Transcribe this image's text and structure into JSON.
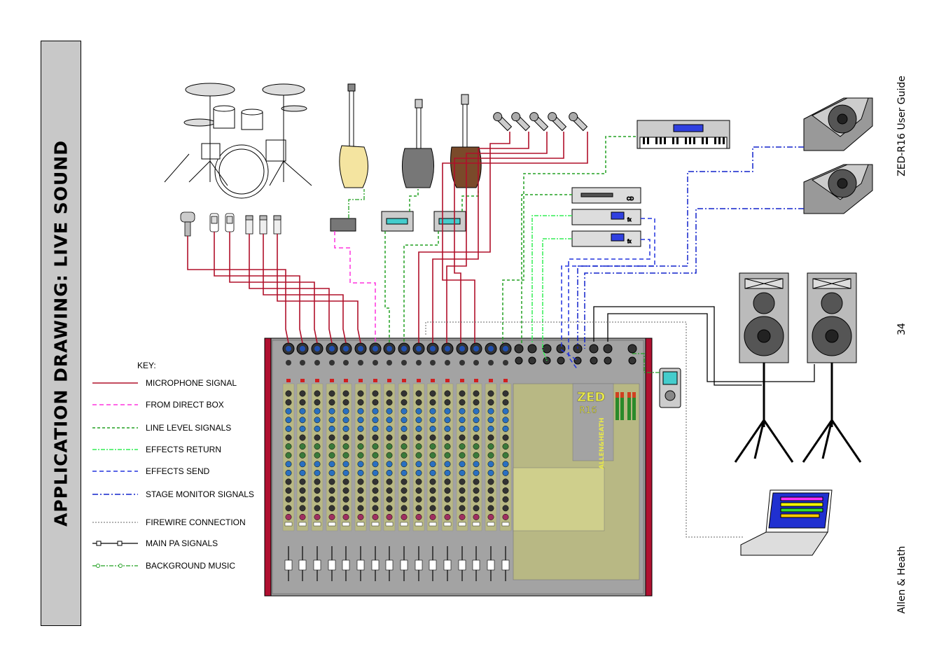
{
  "title": "APPLICATION DRAWING: LIVE SOUND",
  "guide": "ZED-R16 User Guide",
  "page_number": "34",
  "footer": "Allen & Heath",
  "key": {
    "heading": "KEY:",
    "items": [
      {
        "id": "mic",
        "label": "MICROPHONE SIGNAL",
        "color": "#b0102a"
      },
      {
        "id": "di",
        "label": "FROM DIRECT BOX",
        "color": "#ff33dd"
      },
      {
        "id": "line",
        "label": "LINE LEVEL SIGNALS",
        "color": "#22a022"
      },
      {
        "id": "fxret",
        "label": "EFFECTS RETURN",
        "color": "#33ee55"
      },
      {
        "id": "fxsend",
        "label": "EFFECTS SEND",
        "color": "#2233dd"
      },
      {
        "id": "monitor",
        "label": "STAGE MONITOR SIGNALS",
        "color": "#1122cc"
      },
      {
        "id": "firewire",
        "label": "FIREWIRE CONNECTION",
        "color": "#666666"
      },
      {
        "id": "mainpa",
        "label": "MAIN  PA SIGNALS",
        "color": "#000000"
      },
      {
        "id": "bgm",
        "label": "BACKGROUND MUSIC",
        "color": "#22a022"
      }
    ]
  },
  "equipment": {
    "cd": "CD",
    "fx": "fx",
    "brand": "ALLEN&HEATH",
    "model_top": "ZED",
    "model_bottom": "R16"
  }
}
